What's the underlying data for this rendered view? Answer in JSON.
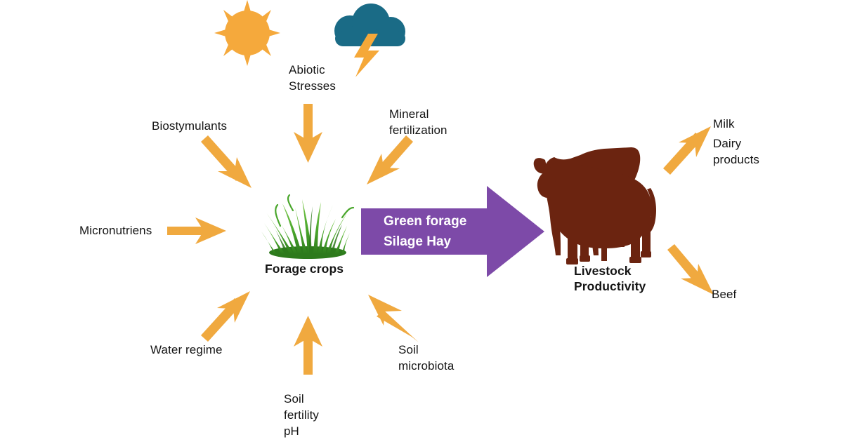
{
  "diagram": {
    "title": "Forage crops to livestock productivity flow diagram",
    "background_color": "#ffffff",
    "text_color": "#141414"
  },
  "colors": {
    "arrow": "#f0a93f",
    "arrow_light": "#f5b85c",
    "sun": "#f5a93c",
    "cloud": "#1a6b86",
    "lightning": "#f5a839",
    "flow_arrow": "#7d4aa8",
    "cow": "#6b2410",
    "grass_dark": "#2f7d1e",
    "grass_mid": "#46a32a",
    "grass_light": "#6cbf45"
  },
  "icons": {
    "sun": "sun-icon",
    "storm_cloud": "storm-cloud-icon",
    "grass": "grass-tuft-icon",
    "cow": "cow-silhouette-icon"
  },
  "inputs": [
    {
      "id": "abiotic-stresses",
      "label": "Abiotic\nStresses"
    },
    {
      "id": "biostymulants",
      "label": "Biostymulants"
    },
    {
      "id": "mineral-fertilization",
      "label": "Mineral\nfertilization"
    },
    {
      "id": "micronutriens",
      "label": "Micronutriens"
    },
    {
      "id": "water-regime",
      "label": "Water regime"
    },
    {
      "id": "soil-fertility-ph",
      "label": "Soil\nfertility\npH"
    },
    {
      "id": "soil-microbiota",
      "label": "Soil\nmicrobiota"
    }
  ],
  "center": {
    "forage_label": "Forage crops"
  },
  "flow": {
    "line1": "Green forage",
    "line2": "Silage Hay",
    "text": "Green forage\nSilage Hay"
  },
  "livestock": {
    "label": "Livestock\nProductivity"
  },
  "outputs": [
    {
      "id": "milk-dairy",
      "label": "Milk\n\nDairy\nproducts",
      "line1": "Milk",
      "line2": "Dairy",
      "line3": "products"
    },
    {
      "id": "beef",
      "label": "Beef"
    }
  ]
}
